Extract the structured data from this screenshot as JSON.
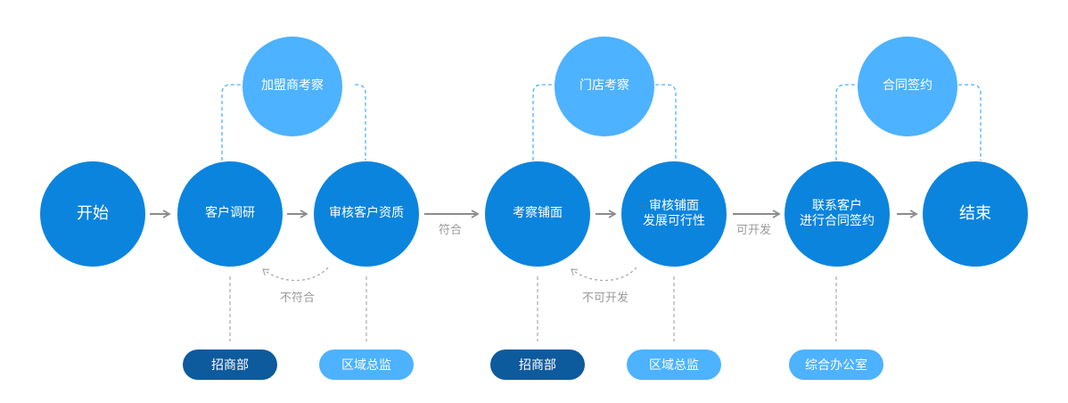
{
  "nodes": {
    "start": "开始",
    "customer_research": "客户调研",
    "review_qualification": "审核客户资质",
    "store_inspection": "考察铺面",
    "review_feasibility": "审核铺面\n发展可行性",
    "contact_contract": "联系客户\n进行合同签约",
    "end": "结束"
  },
  "sub_nodes": {
    "franchisee_inspection": "加盟商考察",
    "store_visit": "门店考察",
    "contract_signing": "合同签约"
  },
  "edge_labels": {
    "qualified": "符合",
    "unqualified": "不符合",
    "developable": "可开发",
    "not_developable": "不可开发"
  },
  "departments": {
    "recruitment_1": "招商部",
    "regional_director_1": "区域总监",
    "recruitment_2": "招商部",
    "regional_director_2": "区域总监",
    "general_office": "综合办公室"
  },
  "colors": {
    "main_node": "#0b84de",
    "sub_node": "#4db2ff",
    "dark_pill": "#0d5a9d",
    "light_pill": "#4db2ff",
    "arrow": "#8c8c8c",
    "dashed_blue": "#4db2ff",
    "dashed_gray": "#aaaaaa"
  }
}
